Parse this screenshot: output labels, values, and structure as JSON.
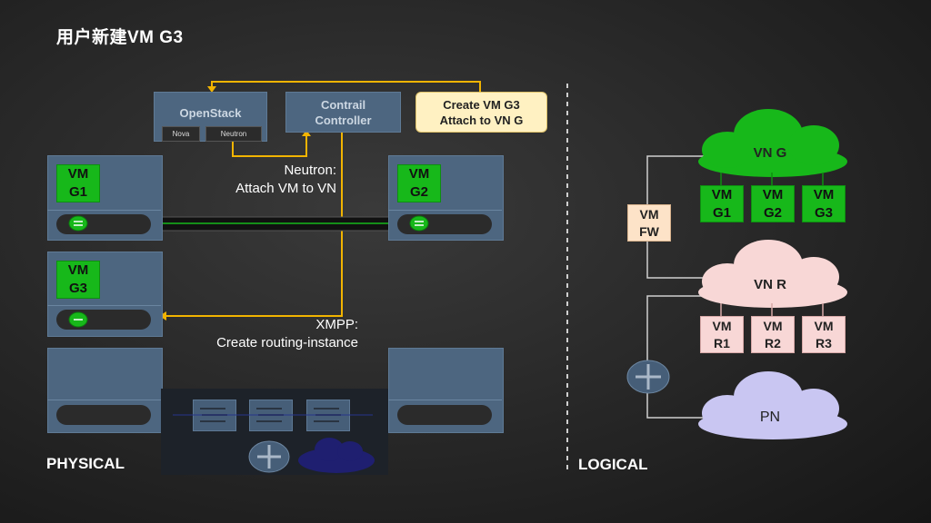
{
  "title": "用户新建VM G3",
  "labels": {
    "physical": "PHYSICAL",
    "logical": "LOGICAL"
  },
  "openstack": {
    "title": "OpenStack",
    "nova": "Nova",
    "neutron": "Neutron"
  },
  "contrail": {
    "title": "Contrail\nController"
  },
  "create_box": {
    "text": "Create VM G3\nAttach to VN G"
  },
  "notes": {
    "neutron": "Neutron:\nAttach VM to VN",
    "xmpp": "XMPP:\nCreate routing-instance"
  },
  "physical_vms": {
    "g1": "VM\nG1",
    "g2": "VM\nG2",
    "g3": "VM\nG3"
  },
  "logical": {
    "vn_g": {
      "label": "VN G",
      "vms": [
        "VM\nG1",
        "VM\nG2",
        "VM\nG3"
      ]
    },
    "vn_r": {
      "label": "VN R",
      "vms": [
        "VM\nR1",
        "VM\nR2",
        "VM\nR3"
      ]
    },
    "pn": {
      "label": "PN"
    },
    "fw": "VM\nFW"
  },
  "colors": {
    "vm_green": "#17b81a",
    "server_blue": "#4d6680",
    "create_box": "#fff1c2",
    "flow_arrow": "#f2b400",
    "vn_g_cloud": "#17b81a",
    "vn_r_cloud": "#f8d7d6",
    "pn_cloud": "#c9c6f2"
  }
}
